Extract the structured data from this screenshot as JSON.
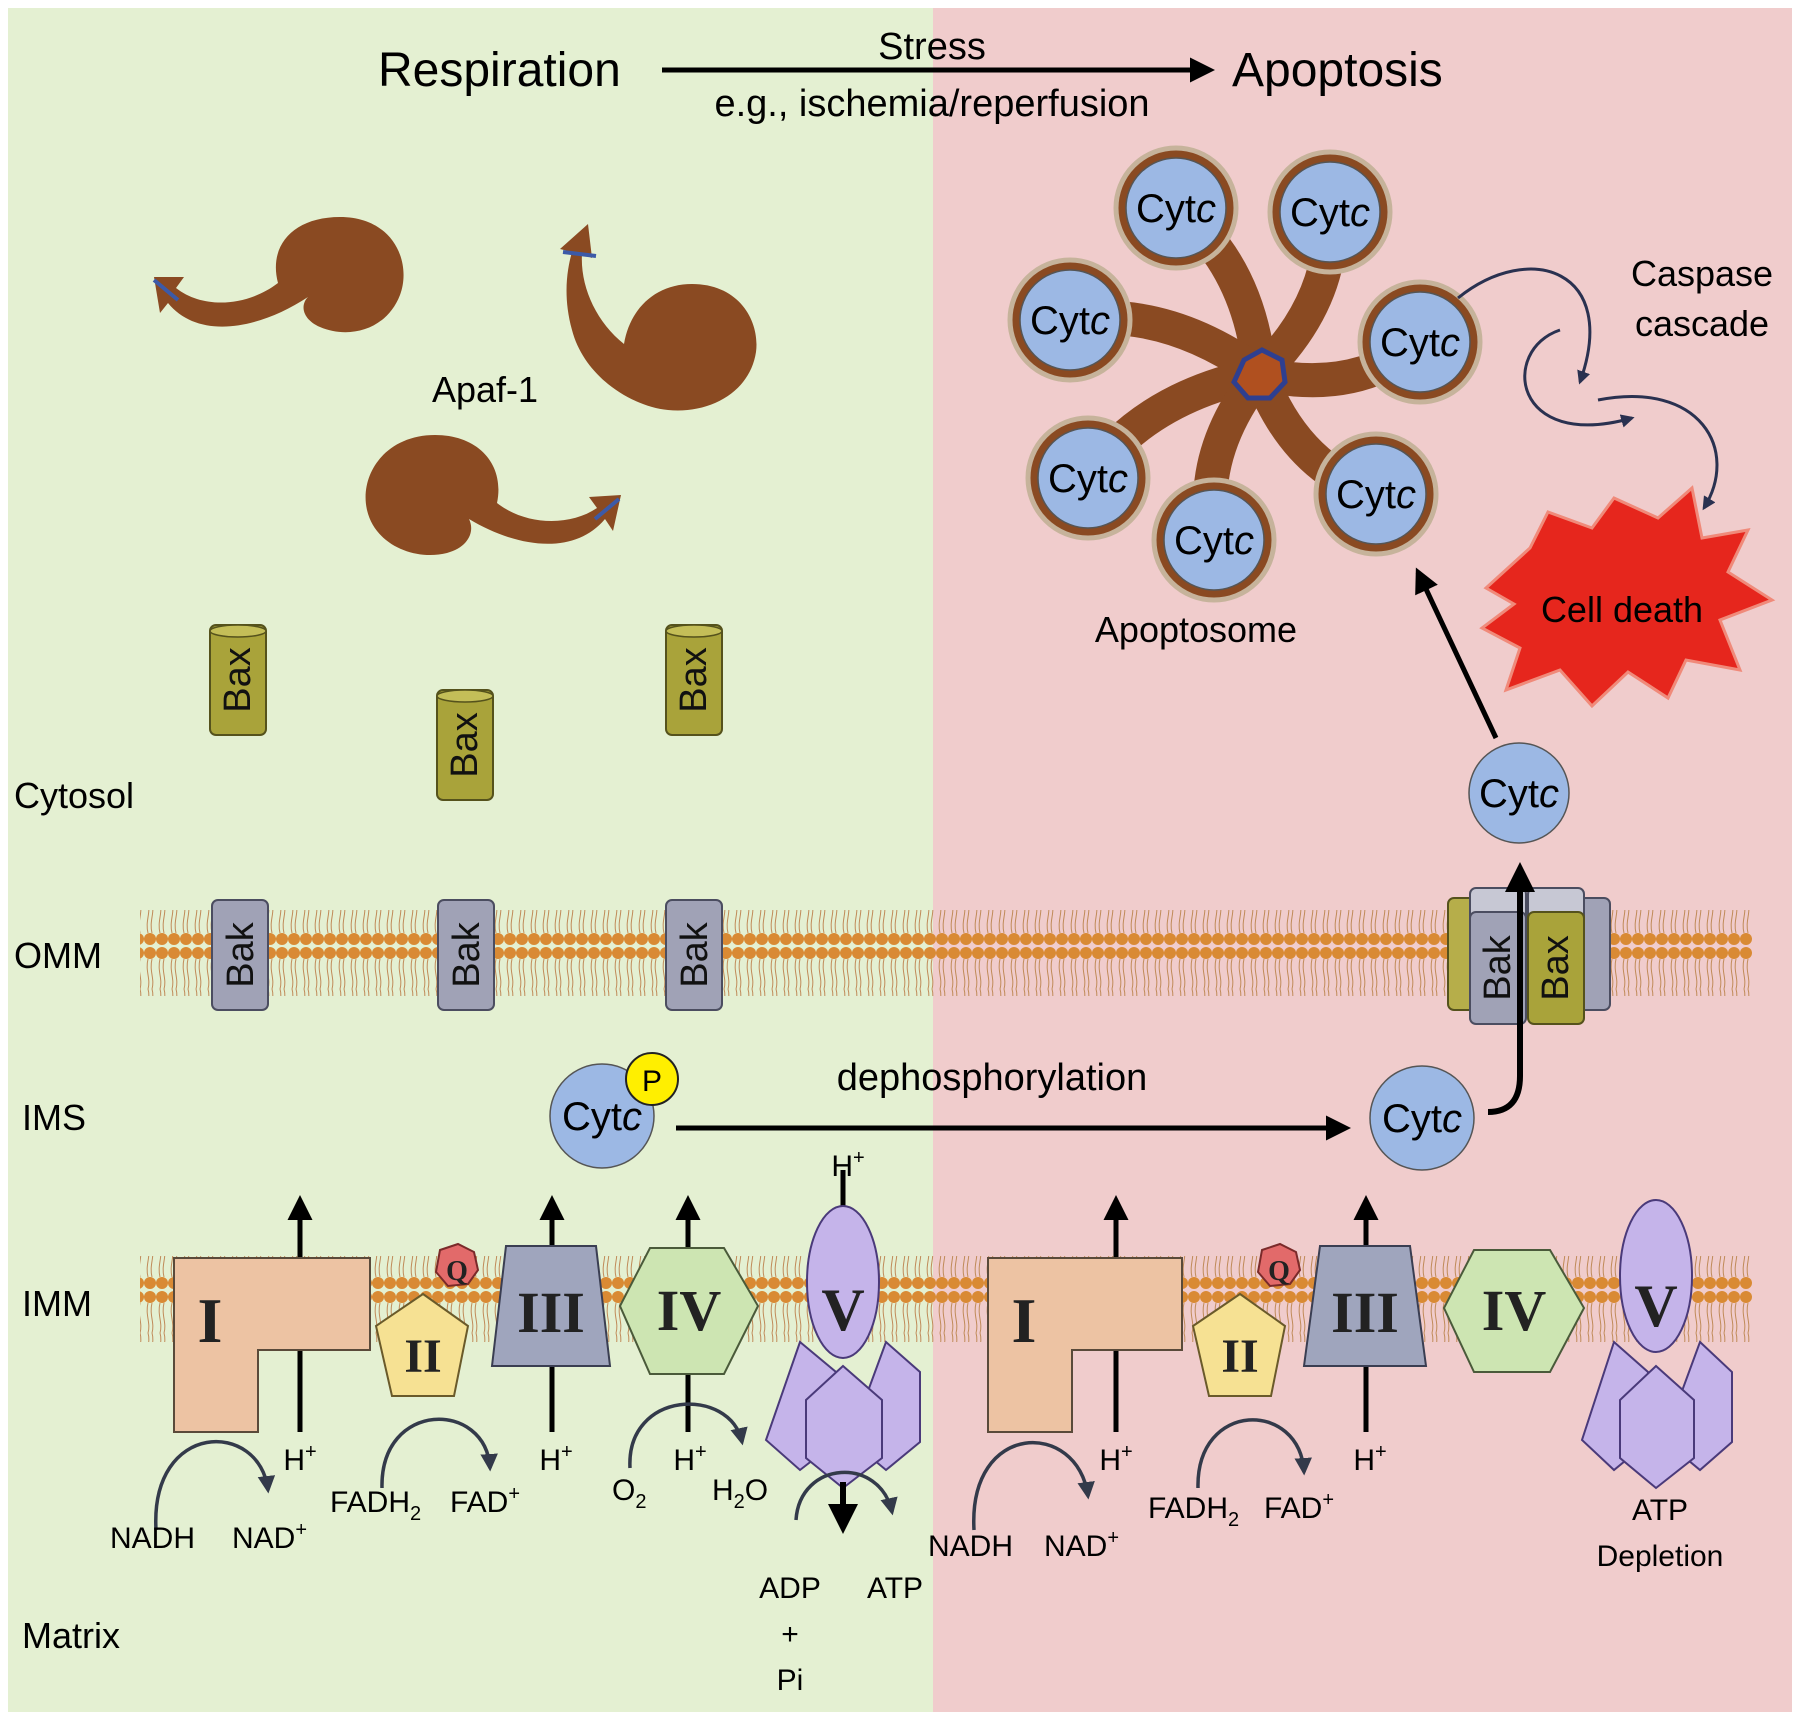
{
  "header": {
    "left": "Respiration",
    "right": "Apoptosis",
    "arrow_top": "Stress",
    "arrow_bottom": "e.g., ischemia/reperfusion"
  },
  "regions": {
    "cytosol": "Cytosol",
    "omm": "OMM",
    "ims": "IMS",
    "imm": "IMM",
    "matrix": "Matrix"
  },
  "proteins": {
    "apaf": "Apaf-1",
    "bax": "Bax",
    "bak": "Bak",
    "cyt_prefix": "Cyt",
    "cyt_suffix": "c",
    "phospho": "P",
    "apoptosome": "Apoptosome",
    "caspase_line1": "Caspase",
    "caspase_line2": "cascade",
    "cell_death": "Cell death",
    "dephos": "dephosphorylation"
  },
  "complexes": {
    "c1": "I",
    "c2": "II",
    "c3": "III",
    "c4": "IV",
    "c5": "V",
    "q": "Q"
  },
  "chem": {
    "h": "H",
    "plus": "+",
    "nadh": "NADH",
    "nad": "NAD",
    "fadh": "FADH",
    "sub2": "2",
    "fad": "FAD",
    "o": "O",
    "h2o_h": "H",
    "h2o_o": "O",
    "adp": "ADP",
    "pi": "Pi",
    "atp": "ATP",
    "atp_line1": "ATP",
    "atp_line2": "Depletion"
  },
  "colors": {
    "left_bg": "#e4f0d2",
    "right_bg": "#f0cccc",
    "apaf": "#8a4a22",
    "cytc": "#9cb8e4",
    "bax": "#a9a33a",
    "bak": "#a0a2b6",
    "lipid_head": "#d98a34",
    "c1": "#edc3a3",
    "c2": "#f6e193",
    "c3": "#9fa5bd",
    "c4": "#cde5b2",
    "c5": "#c5b4ea",
    "q": "#e26a6a",
    "death": "#e6261d",
    "phospho": "#ffef00"
  }
}
